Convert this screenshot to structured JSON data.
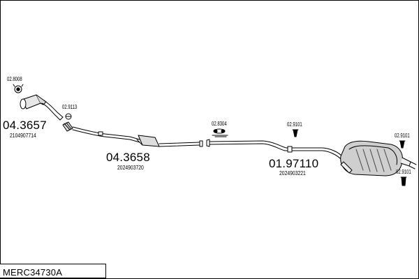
{
  "title": "MERC34730A",
  "components": [
    {
      "id": "catalyst",
      "number": "04.3657",
      "oem": "2104907714"
    },
    {
      "id": "middle-silencer",
      "number": "04.3658",
      "oem": "2024903720"
    },
    {
      "id": "rear-silencer",
      "number": "01.97110",
      "oem": "2024903221"
    }
  ],
  "fittings": [
    "02.8008",
    "02.9113",
    "02.8304",
    "02.9101",
    "02.9101",
    "02.9101"
  ],
  "colors": {
    "line": "#000000",
    "background": "#ffffff"
  }
}
